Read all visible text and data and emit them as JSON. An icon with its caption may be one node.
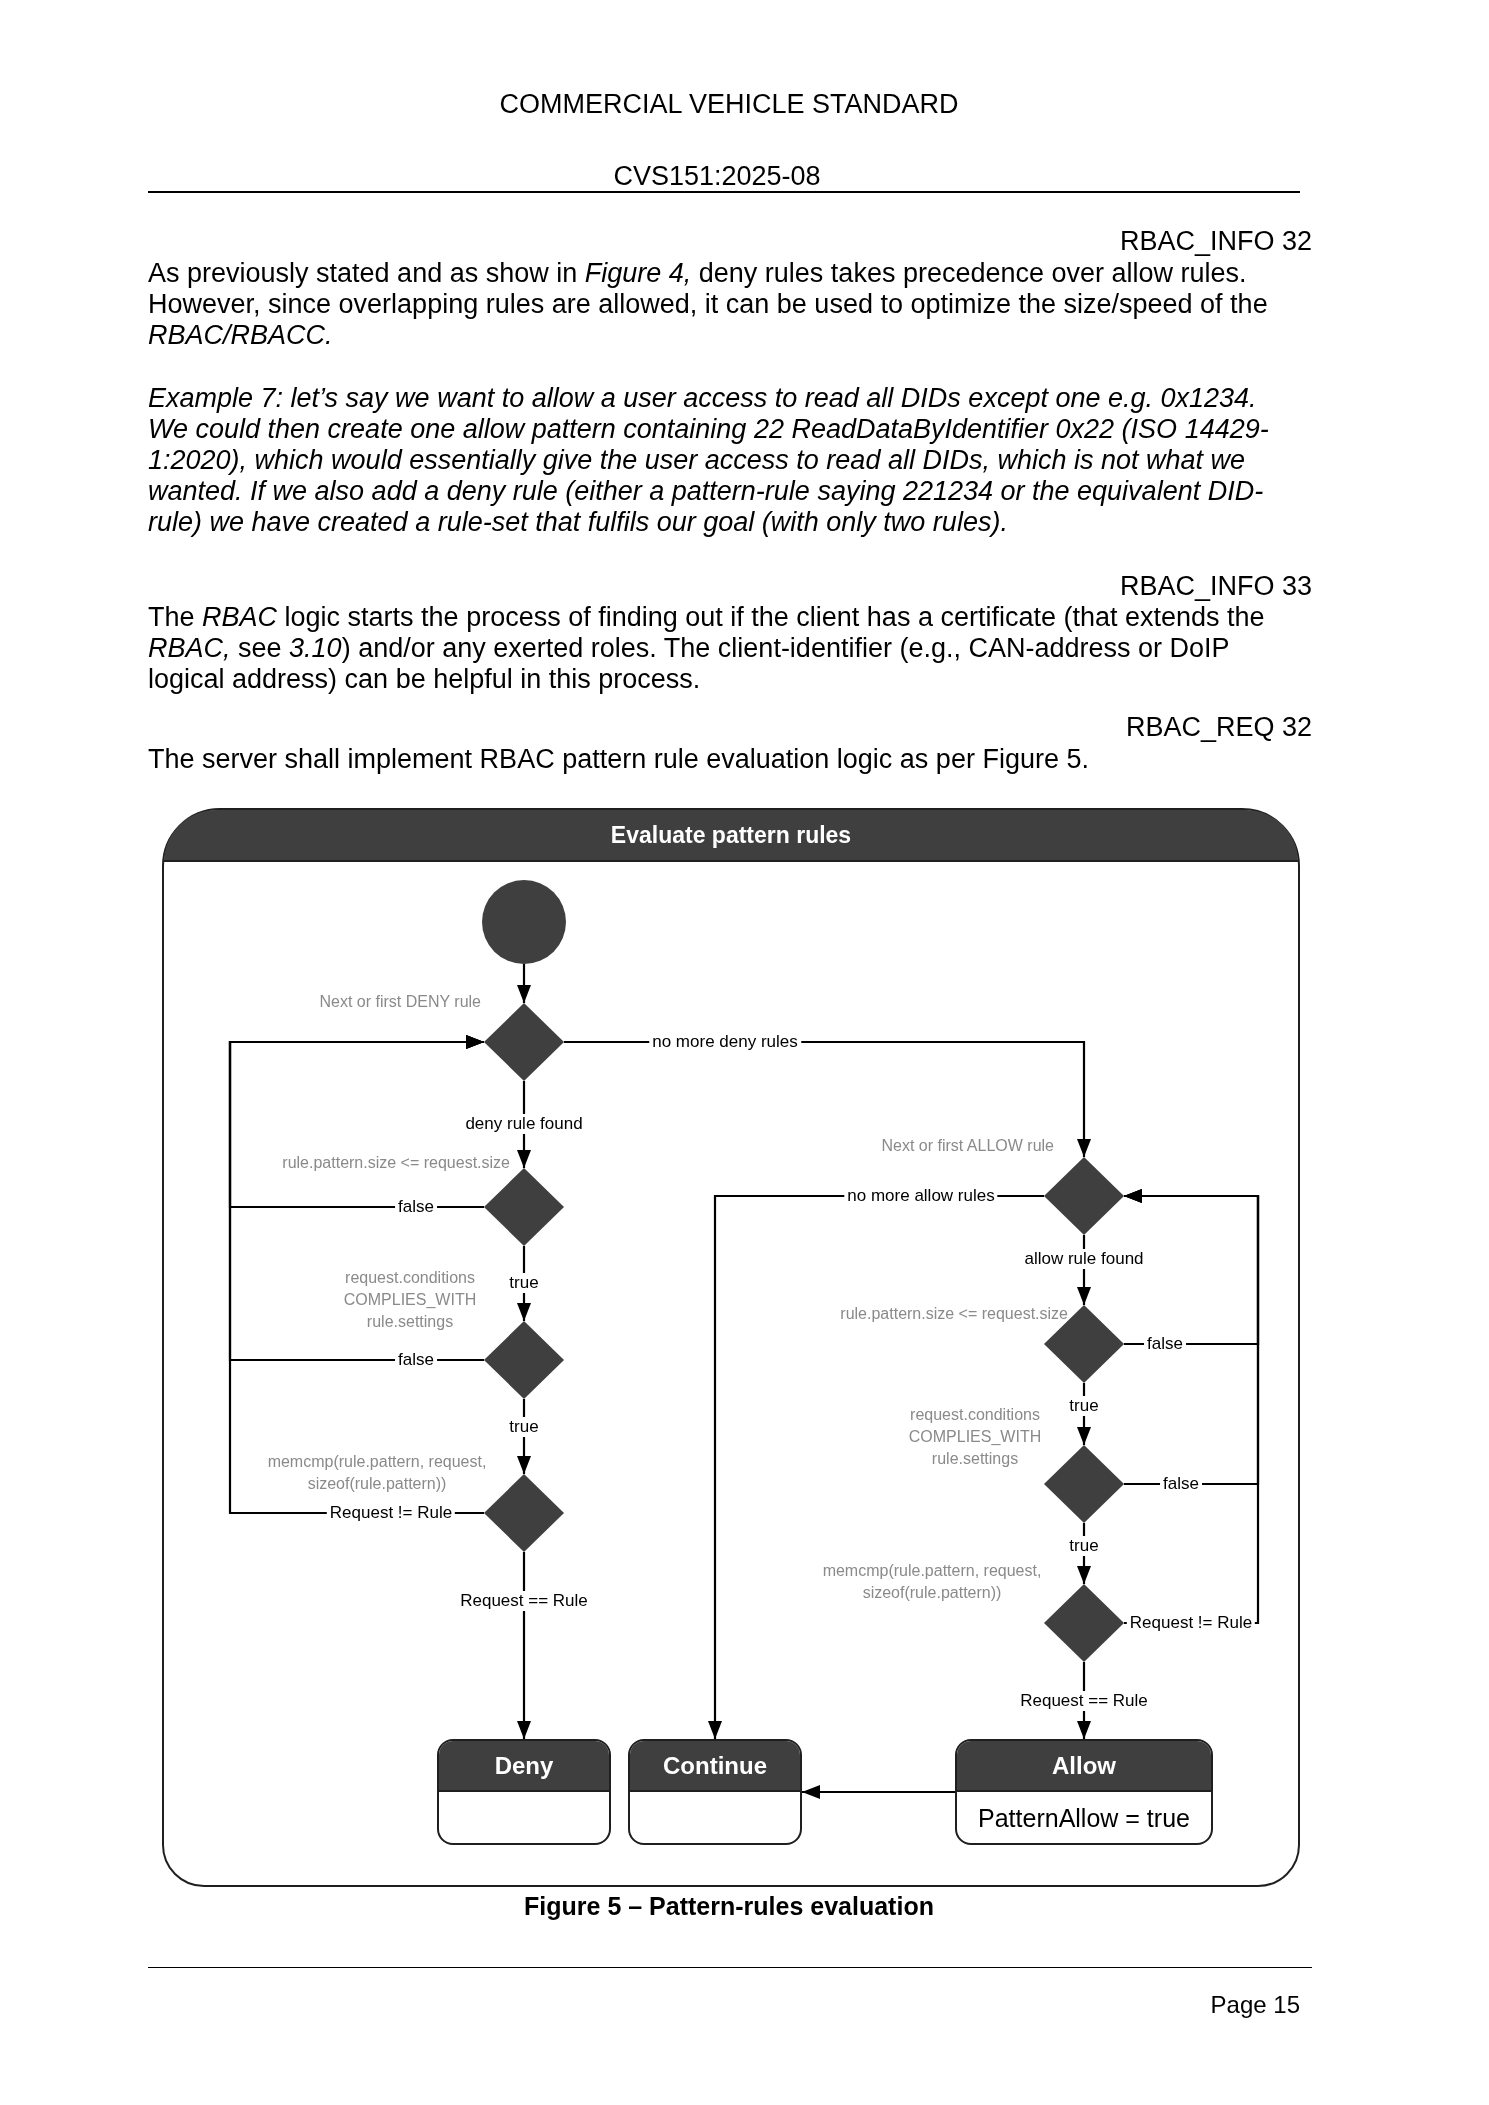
{
  "diagram": {
    "caption": "Figure 5 – Pattern-rules evaluation",
    "nodes": [
      {
        "text": [
          "Evaluate pattern rules"
        ]
      },
      {
        "text": [],
        "shape": "circle",
        "in": 0
      },
      {
        "text": [],
        "shape": "diamond",
        "in": 0,
        "beside": [
          "Next or first DENY rule"
        ]
      },
      {
        "text": [],
        "shape": "diamond",
        "in": 0,
        "beside": [
          "rule.pattern.size <= request.size"
        ]
      },
      {
        "text": [],
        "shape": "diamond",
        "in": 0,
        "beside": [
          "request.conditions COMPLIES_WITH rule.settings"
        ]
      },
      {
        "text": [],
        "shape": "diamond",
        "in": 0,
        "beside": [
          "memcmp(rule.pattern, request, sizeof(rule.pattern))"
        ]
      },
      {
        "text": [],
        "shape": "diamond",
        "in": 0,
        "beside": [
          "Next or first ALLOW rule"
        ]
      },
      {
        "text": [],
        "shape": "diamond",
        "in": 0,
        "beside": [
          "rule.pattern.size <= request.size"
        ]
      },
      {
        "text": [],
        "shape": "diamond",
        "in": 0,
        "beside": [
          "request.conditions COMPLIES_WITH rule.settings"
        ]
      },
      {
        "text": [],
        "shape": "diamond",
        "in": 0,
        "beside": [
          "memcmp(rule.pattern, request, sizeof(rule.pattern))"
        ]
      },
      {
        "text": [
          "Deny"
        ],
        "in": 0
      },
      {
        "text": [
          "Continue"
        ],
        "in": 0
      },
      {
        "text": [
          "Allow",
          "PatternAllow = true"
        ],
        "in": 0
      }
    ],
    "edges": [
      {
        "from": 1,
        "to": 2,
        "arrow": "to"
      },
      {
        "from": 2,
        "to": 6,
        "arrow": "to",
        "label": "no more deny rules"
      },
      {
        "from": 2,
        "to": 3,
        "arrow": "to",
        "label": "deny rule found"
      },
      {
        "from": 3,
        "to": 2,
        "arrow": "to",
        "label": "false"
      },
      {
        "from": 3,
        "to": 4,
        "arrow": "to",
        "label": "true"
      },
      {
        "from": 4,
        "to": 2,
        "arrow": "to",
        "label": "false"
      },
      {
        "from": 4,
        "to": 5,
        "arrow": "to",
        "label": "true"
      },
      {
        "from": 5,
        "to": 2,
        "arrow": "to",
        "label": "Request != Rule"
      },
      {
        "from": 5,
        "to": 10,
        "arrow": "to",
        "label": "Request == Rule"
      },
      {
        "from": 6,
        "to": 11,
        "arrow": "to",
        "label": "no more allow rules"
      },
      {
        "from": 6,
        "to": 7,
        "arrow": "to",
        "label": "allow rule found"
      },
      {
        "from": 7,
        "to": 6,
        "arrow": "to",
        "label": "false"
      },
      {
        "from": 7,
        "to": 8,
        "arrow": "to",
        "label": "true"
      },
      {
        "from": 8,
        "to": 6,
        "arrow": "to",
        "label": "false"
      },
      {
        "from": 8,
        "to": 9,
        "arrow": "to",
        "label": "true"
      },
      {
        "from": 9,
        "to": 6,
        "arrow": "to",
        "label": "Request != Rule"
      },
      {
        "from": 9,
        "to": 12,
        "arrow": "to",
        "label": "Request == Rule"
      },
      {
        "from": 12,
        "to": 11,
        "arrow": "to"
      }
    ],
    "labels": [
      "COMMERCIAL VEHICLE STANDARD",
      "CVS151:2025-08",
      "RBAC_INFO 32",
      "As previously stated and as show in *Figure 4,* deny rules takes precedence over allow rules. However, since overlapping rules are allowed, it can be used to optimize the size/speed of the *RBAC/RBACC.*",
      "Example 7: let’s say we want to allow a user access to read all DIDs except one e.g. 0x1234. We could then create one allow pattern containing 22 ReadDataByIdentifier 0x22 (ISO 14429-1:2020), which would essentially give the user access to read all DIDs, which is not what we wanted. If we also add a deny rule (either a pattern-rule saying 221234 or the equivalent DID-rule) we have created a rule-set that fulfils our goal (with only two rules).",
      "RBAC_INFO 33",
      "The *RBAC* logic starts the process of finding out if the client has a certificate (that extends the *RBAC,* see *3.10*) and/or any exerted roles. The client-identifier (e.g., CAN-address or DoIP logical address) can be helpful in this process.",
      "RBAC_REQ 32",
      "The server shall implement RBAC pattern rule evaluation logic as per Figure 5.",
      "Page 15"
    ]
  }
}
